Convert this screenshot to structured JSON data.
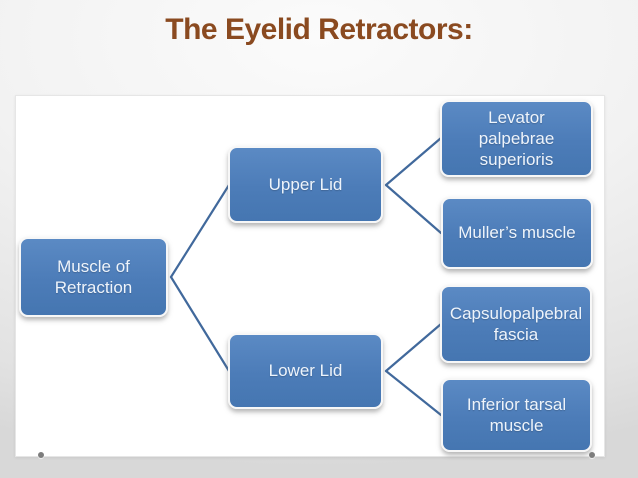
{
  "title": "The Eyelid Retractors:",
  "colors": {
    "title_text": "#8a4a20",
    "box_fill": "#4f81bd",
    "box_border": "#f7f7f7",
    "box_text": "#eef4fb",
    "connector": "#41699c",
    "panel_bg": "#ffffff",
    "slide_bg": "#e9e9e9"
  },
  "nodes": {
    "root": "Muscle of Retraction",
    "upper": "Upper Lid",
    "lower": "Lower Lid",
    "upper_child1": "Levator palpebrae superioris",
    "upper_child2": "Muller’s muscle",
    "lower_child1": "Capsulopalpebral fascia",
    "lower_child2": "Inferior tarsal muscle"
  },
  "diagram": {
    "type": "hierarchy-tree",
    "root": "Muscle of Retraction",
    "branches": [
      {
        "label": "Upper Lid",
        "children": [
          "Levator palpebrae superioris",
          "Muller’s muscle"
        ]
      },
      {
        "label": "Lower Lid",
        "children": [
          "Capsulopalpebral fascia",
          "Inferior tarsal muscle"
        ]
      }
    ]
  }
}
